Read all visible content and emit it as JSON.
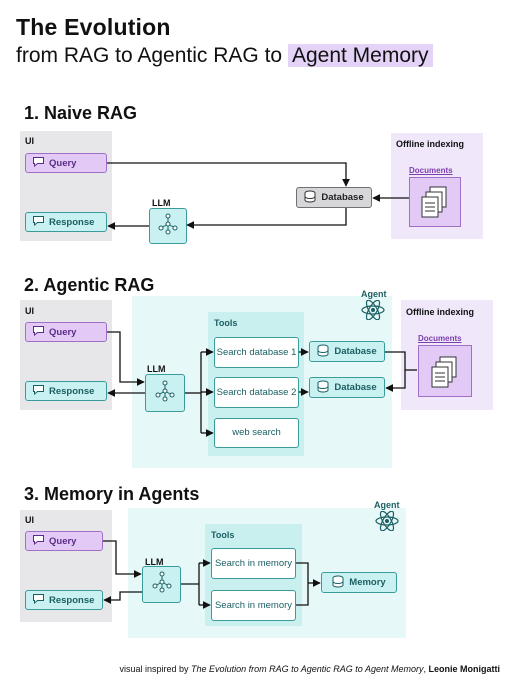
{
  "title": "The Evolution",
  "subtitle_prefix": "from RAG to Agentic RAG to",
  "subtitle_highlight": "Agent Memory",
  "sections": {
    "naive": {
      "heading": "1. Naive RAG",
      "ui_label": "UI",
      "query": "Query",
      "response": "Response",
      "llm": "LLM",
      "database": "Database",
      "offline": "Offline indexing",
      "documents": "Documents"
    },
    "agentic": {
      "heading": "2. Agentic RAG",
      "ui_label": "UI",
      "query": "Query",
      "response": "Response",
      "llm": "LLM",
      "agent": "Agent",
      "tools": "Tools",
      "tool1": "Search database 1",
      "tool2": "Search database 2",
      "tool3": "web search",
      "db1": "Database",
      "db2": "Database",
      "offline": "Offline indexing",
      "documents": "Documents"
    },
    "memory": {
      "heading": "3. Memory in Agents",
      "ui_label": "UI",
      "query": "Query",
      "response": "Response",
      "llm": "LLM",
      "agent": "Agent",
      "tools": "Tools",
      "tool1": "Search in memory",
      "tool2": "Search in memory",
      "memory": "Memory"
    }
  },
  "footer": {
    "prefix": "visual inspired by ",
    "italic": "The Evolution from RAG to Agentic RAG to Agent Memory",
    "suffix": ", ",
    "author": "Leonie Monigatti"
  },
  "colors": {
    "purple": "#e2c9f6",
    "teal": "#c9f1f1",
    "grey": "#e7e7ea"
  }
}
